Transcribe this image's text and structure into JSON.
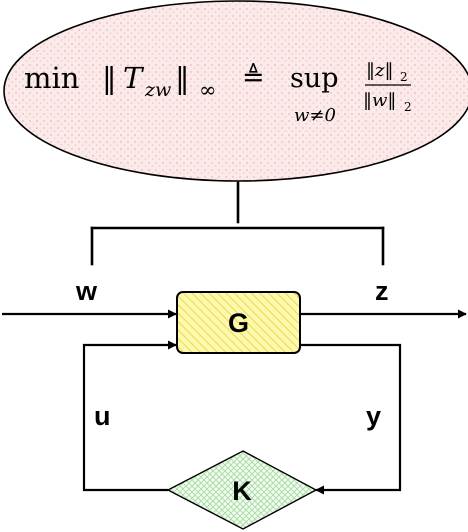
{
  "formula": {
    "min": "min",
    "norm_open": "‖",
    "T": "T",
    "sub": "zw",
    "norm_close": "‖",
    "inf": "∞",
    "defeq": "≜",
    "sup": "sup",
    "sup_sub": "w≠0",
    "num": "‖z‖",
    "num_sub": "2",
    "den": "‖w‖",
    "den_sub": "2"
  },
  "labels": {
    "w": "w",
    "z": "z",
    "u": "u",
    "y": "y"
  },
  "blocks": {
    "plant": "G",
    "controller": "K"
  },
  "colors": {
    "ellipse_fill": "#fbeaea",
    "ellipse_dots": "#f0b8b8",
    "plant_fill": "#fff9b0",
    "plant_hatch": "#e8dd55",
    "controller_fill": "#eefaea",
    "controller_hatch": "#9ed69a",
    "stroke": "#000000"
  }
}
